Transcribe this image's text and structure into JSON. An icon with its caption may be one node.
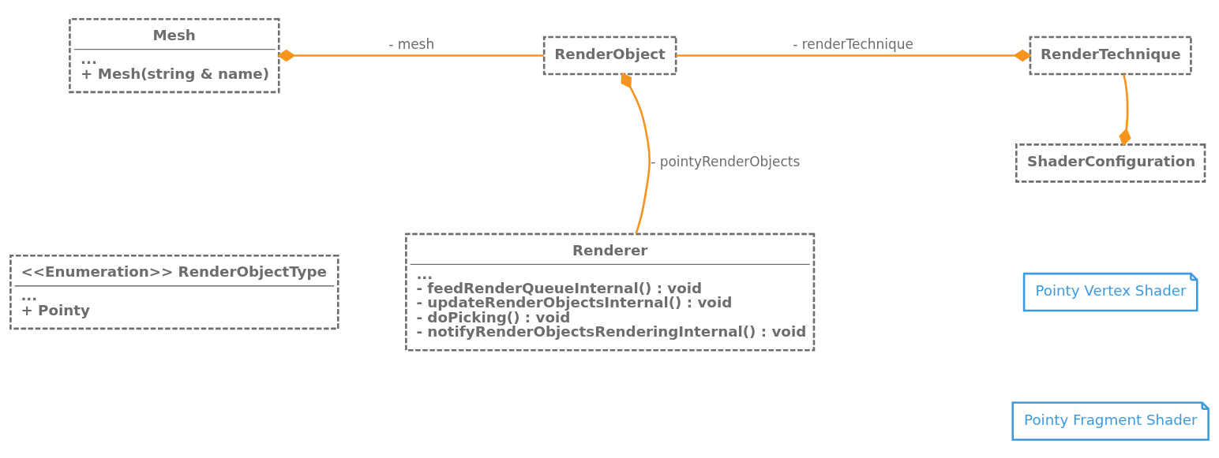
{
  "diagram": {
    "nodes": [
      {
        "text": [
          "Mesh",
          "...",
          "+ Mesh(string & name)"
        ]
      },
      {
        "text": [
          "RenderObject"
        ]
      },
      {
        "text": [
          "RenderTechnique"
        ]
      },
      {
        "text": [
          "ShaderConfiguration"
        ]
      },
      {
        "text": [
          "Renderer",
          "...",
          "- feedRenderQueueInternal() : void",
          "- updateRenderObjectsInternal() : void",
          "- doPicking() : void",
          "- notifyRenderObjectsRenderingInternal() : void"
        ]
      },
      {
        "text": [
          "<<Enumeration>> RenderObjectType",
          "...",
          "+ Pointy"
        ]
      },
      {
        "text": [
          "Pointy Vertex Shader"
        ]
      },
      {
        "text": [
          "Pointy Fragment Shader"
        ]
      }
    ],
    "edges": [
      {
        "from": 0,
        "to": 1,
        "arrow": "other",
        "label": "- mesh"
      },
      {
        "from": 2,
        "to": 1,
        "arrow": "other",
        "label": "- renderTechnique"
      },
      {
        "from": 1,
        "to": 4,
        "arrow": "other",
        "label": "- pointyRenderObjects"
      },
      {
        "from": 3,
        "to": 2,
        "arrow": "other"
      }
    ]
  }
}
